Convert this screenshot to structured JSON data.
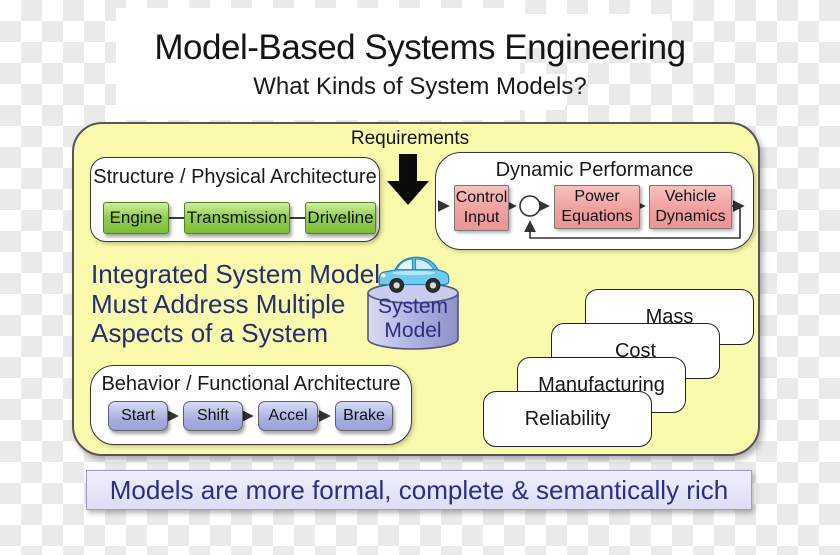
{
  "page": {
    "title": "Model-Based Systems Engineering",
    "subtitle": "What Kinds of System Models?"
  },
  "panel": {
    "requirements_label": "Requirements",
    "structure": {
      "title": "Structure / Physical Architecture",
      "blocks": [
        "Engine",
        "Transmission",
        "Driveline"
      ]
    },
    "dynamic_performance": {
      "title": "Dynamic Performance",
      "blocks": [
        "Control Input",
        "Power Equations",
        "Vehicle Dynamics"
      ]
    },
    "integrated_note": {
      "line1": "Integrated System Model",
      "line2": "Must Address Multiple",
      "line3": "Aspects of a System"
    },
    "system_model": {
      "line1": "System",
      "line2": "Model"
    },
    "behavior": {
      "title": "Behavior / Functional Architecture",
      "blocks": [
        "Start",
        "Shift",
        "Accel",
        "Brake"
      ]
    },
    "aspect_cards": [
      "Mass",
      "Cost",
      "Manufacturing",
      "Reliability"
    ]
  },
  "footer": {
    "message": "Models are more formal, complete & semantically rich"
  },
  "colors": {
    "panel_yellow": "#fafaac",
    "block_green": "#8cc84b",
    "block_pink": "#f0a0a0",
    "block_purple": "#a6addf",
    "navy_text": "#282c75",
    "footer_lavender": "#e3e3f7",
    "card_white": "#ffffff"
  }
}
